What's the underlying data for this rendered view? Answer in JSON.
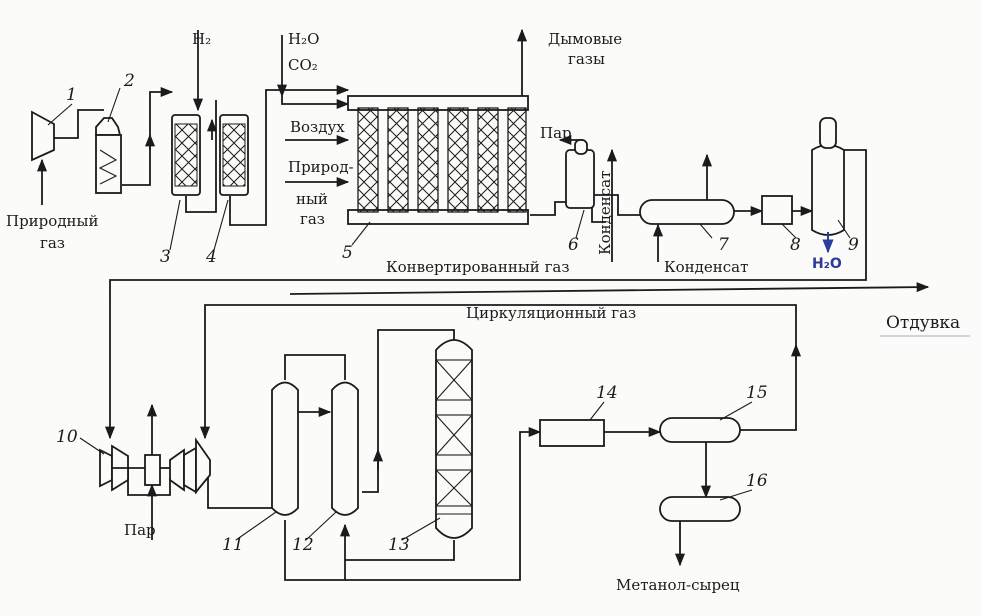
{
  "labels": {
    "h2": "H₂",
    "h2o": "H₂O",
    "co2": "CO₂",
    "flue_gas_1": "Дымовые",
    "flue_gas_2": "газы",
    "air": "Воздух",
    "natural_gas_side_1": "Природ-",
    "natural_gas_side_2": "ный",
    "natural_gas_side_3": "газ",
    "steam_top": "Пар",
    "condensate_vertical": "Конденсат",
    "natural_gas_inlet_1": "Природный",
    "natural_gas_inlet_2": "газ",
    "converted_gas": "Конвертированный газ",
    "condensate": "Конденсат",
    "h2o_out": "H₂O",
    "purge": "Отдувка",
    "circulation_gas": "Циркуляционный газ",
    "steam_bottom": "Пар",
    "crude_methanol": "Метанол-сырец"
  },
  "equipment_numbers": [
    "1",
    "2",
    "3",
    "4",
    "5",
    "6",
    "7",
    "8",
    "9",
    "10",
    "11",
    "12",
    "13",
    "14",
    "15",
    "16"
  ],
  "colors": {
    "line": "#1b1b1b",
    "accent": "#2b3c9c",
    "background": "#fbfbf9"
  }
}
